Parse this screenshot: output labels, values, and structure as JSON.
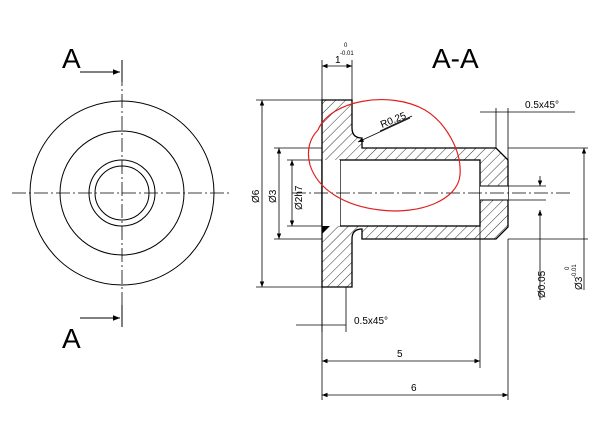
{
  "view_labels": {
    "section_top": "A",
    "section_bottom": "A",
    "section_title": "A-A"
  },
  "dimensions": {
    "outer_diameter": "Ø6",
    "flange_diameter": "Ø3",
    "bore": "Ø2h7",
    "tip_diameter": "Ø0.05",
    "right_diameter": "Ø3",
    "right_tol_upper": "0",
    "right_tol_lower": "-0.01",
    "flange_width": "1",
    "flange_tol_upper": "0",
    "flange_tol_lower": "-0.01",
    "radius": "R0.25",
    "chamfer_top": "0.5x45°",
    "chamfer_bottom": "0.5x45°",
    "length_inner": "5",
    "length_total": "6"
  },
  "colors": {
    "line": "#000000",
    "annotation": "#e02020"
  }
}
